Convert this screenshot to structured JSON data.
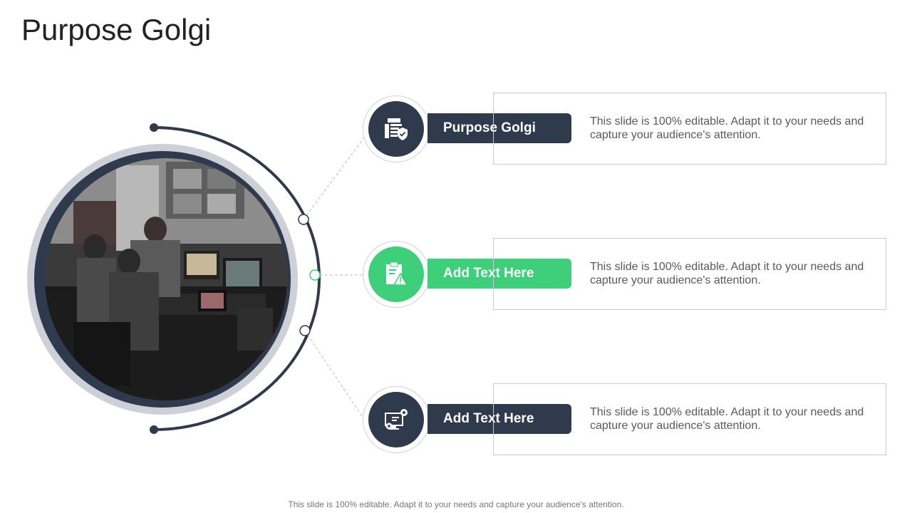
{
  "title": "Purpose Golgi",
  "photo": {
    "description_icon": "photo-control-room"
  },
  "items": [
    {
      "label": "Purpose Golgi",
      "icon": "document-shield-icon",
      "color": "#2f3a4d",
      "text": "This slide is 100% editable. Adapt it to your needs and capture your audience's attention."
    },
    {
      "label": "Add Text Here",
      "icon": "clipboard-warning-icon",
      "color": "#3ecf7a",
      "text": "This slide is 100% editable. Adapt it to your needs and capture your audience's attention."
    },
    {
      "label": "Add Text Here",
      "icon": "monitor-gears-icon",
      "color": "#2f3a4d",
      "text": "This slide is 100% editable. Adapt it to your needs and capture your audience's attention."
    }
  ],
  "footer": "This slide is 100% editable. Adapt it to your needs and capture your audience's attention.",
  "colors": {
    "dark": "#2f3a4d",
    "accent": "#3ecf7a",
    "ring": "#cdd0d6"
  }
}
